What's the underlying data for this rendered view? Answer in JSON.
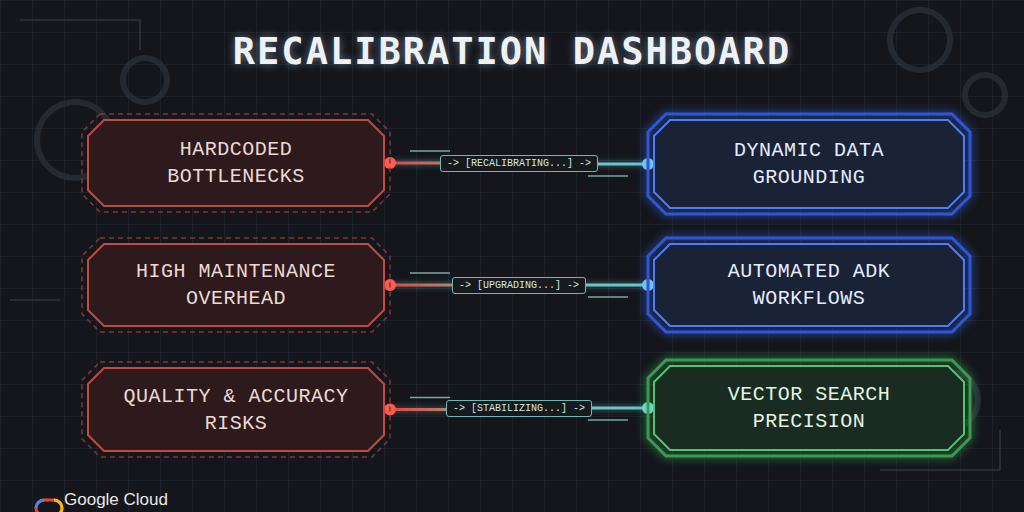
{
  "diagram": {
    "title": "RECALIBRATION DASHBOARD",
    "nodes": [
      {
        "text": [
          "HARDCODED BOTTLENECKS"
        ]
      },
      {
        "text": [
          "DYNAMIC DATA GROUNDING"
        ]
      },
      {
        "text": [
          "HIGH MAINTENANCE OVERHEAD"
        ]
      },
      {
        "text": [
          "AUTOMATED ADK WORKFLOWS"
        ]
      },
      {
        "text": [
          "QUALITY & ACCURACY RISKS"
        ]
      },
      {
        "text": [
          "VECTOR SEARCH PRECISION"
        ]
      }
    ],
    "edges": [
      {
        "from": 0,
        "to": 1,
        "label": "-> [RECALIBRATING...] ->",
        "arrow": "none"
      },
      {
        "from": 2,
        "to": 3,
        "label": "-> [UPGRADING...] ->",
        "arrow": "none"
      },
      {
        "from": 4,
        "to": 5,
        "label": "-> [STABILIZING...] ->",
        "arrow": "none"
      }
    ],
    "labels": [
      "Google Cloud"
    ]
  }
}
